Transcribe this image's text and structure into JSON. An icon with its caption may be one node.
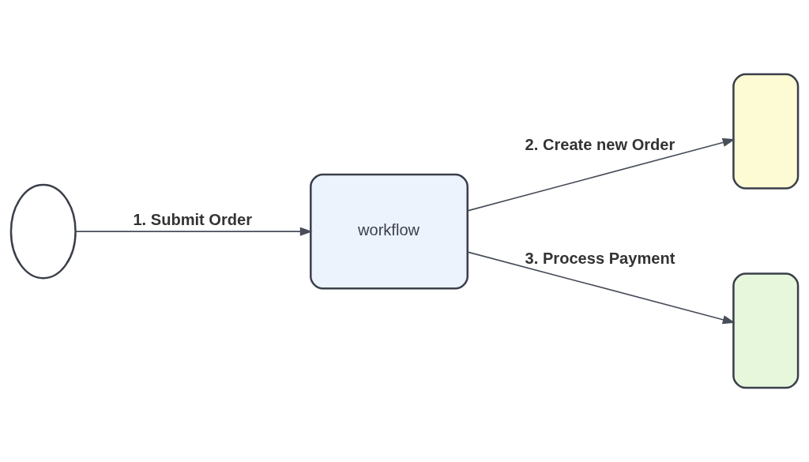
{
  "diagram": {
    "nodes": [
      {
        "text": [],
        "shape": "cloud"
      },
      {
        "text": [
          "workflow"
        ]
      },
      {
        "text": [],
        "shape": "box"
      },
      {
        "text": [],
        "shape": "box"
      }
    ],
    "edges": [
      {
        "from": 0,
        "to": 1,
        "arrow": "to",
        "label": "1. Submit Order"
      },
      {
        "from": 1,
        "to": 2,
        "arrow": "to",
        "label": "2. Create new Order"
      },
      {
        "from": 1,
        "to": 3,
        "arrow": "to",
        "label": "3. Process Payment"
      }
    ]
  }
}
